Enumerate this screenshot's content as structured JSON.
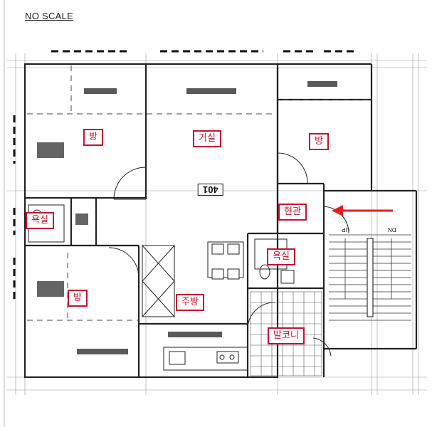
{
  "header": {
    "scale_note": "NO SCALE"
  },
  "unit_number": "401",
  "stair_labels": {
    "up": "UP",
    "down": "DN"
  },
  "rooms": [
    {
      "id": "bedroom-1",
      "label": "방"
    },
    {
      "id": "living-room",
      "label": "거실"
    },
    {
      "id": "bedroom-2",
      "label": "방"
    },
    {
      "id": "bathroom-1",
      "label": "욕실"
    },
    {
      "id": "entrance",
      "label": "현관"
    },
    {
      "id": "bathroom-2",
      "label": "욕실"
    },
    {
      "id": "bedroom-3",
      "label": "방"
    },
    {
      "id": "kitchen",
      "label": "주방"
    },
    {
      "id": "balcony",
      "label": "발코니"
    }
  ],
  "colors": {
    "wall": "#222222",
    "label_border": "#c8102e",
    "arrow": "#e02020",
    "grid": "#888888"
  }
}
